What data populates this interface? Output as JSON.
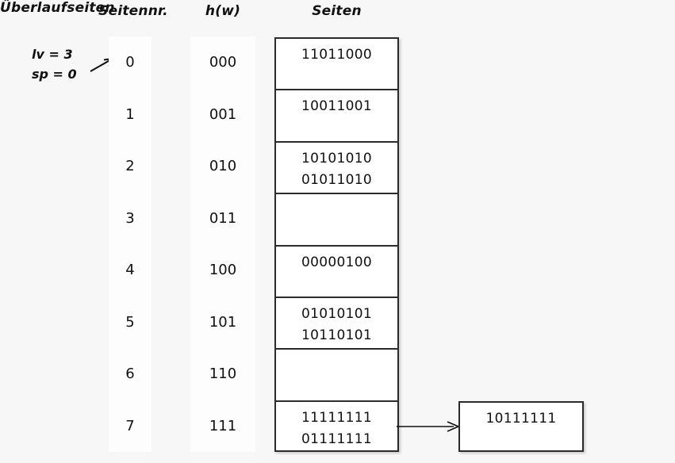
{
  "headers": {
    "seitennr": "Seitennr.",
    "hw": "h(w)",
    "seiten": "Seiten",
    "ueberlaufseiten": "Überlaufseiten"
  },
  "annotation": {
    "lv": "lv = 3",
    "sp": "sp = 0",
    "arrow_icon": "arrow-right-icon"
  },
  "colors": {
    "page_background": "#f7f7f7",
    "column_background": "#fdfdfd",
    "box_background": "#ffffff",
    "border": "#2b2b2b",
    "text": "#111111"
  },
  "rows": [
    {
      "seitennr": "0",
      "hw": "000",
      "records": [
        "11011000"
      ]
    },
    {
      "seitennr": "1",
      "hw": "001",
      "records": [
        "10011001"
      ]
    },
    {
      "seitennr": "2",
      "hw": "010",
      "records": [
        "10101010",
        "01011010"
      ]
    },
    {
      "seitennr": "3",
      "hw": "011",
      "records": []
    },
    {
      "seitennr": "4",
      "hw": "100",
      "records": [
        "00000100"
      ]
    },
    {
      "seitennr": "5",
      "hw": "101",
      "records": [
        "01010101",
        "10110101"
      ]
    },
    {
      "seitennr": "6",
      "hw": "110",
      "records": []
    },
    {
      "seitennr": "7",
      "hw": "111",
      "records": [
        "11111111",
        "01111111"
      ]
    }
  ],
  "overflow": {
    "arrow_icon": "arrow-right-icon",
    "from_row": "7",
    "records": [
      "10111111"
    ]
  }
}
